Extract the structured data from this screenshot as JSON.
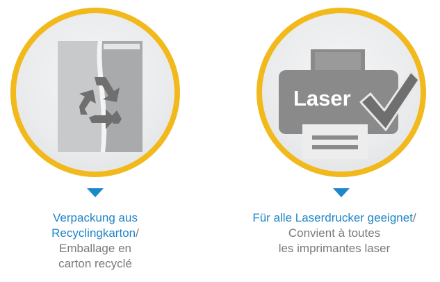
{
  "left_badge": {
    "icon": "recycling-carton-icon",
    "caption": {
      "line1_blue": "Verpackung aus",
      "line2_blue": "Recyclingkarton",
      "line2_suffix": "/",
      "line3": "Emballage en",
      "line4": "carton recyclé"
    }
  },
  "right_badge": {
    "icon": "laser-printer-check-icon",
    "printer_label": "Laser",
    "caption": {
      "line1_blue": "Für alle Laserdrucker geeignet",
      "line1_suffix": "/",
      "line2": "Convient à toutes",
      "line3": "les imprimantes laser"
    }
  },
  "colors": {
    "ring": "#f2b91c",
    "pointer": "#1d87c9",
    "caption_blue": "#1f84c7",
    "caption_gray": "#7a7a7a",
    "icon_gray": "#8a8a8a"
  }
}
